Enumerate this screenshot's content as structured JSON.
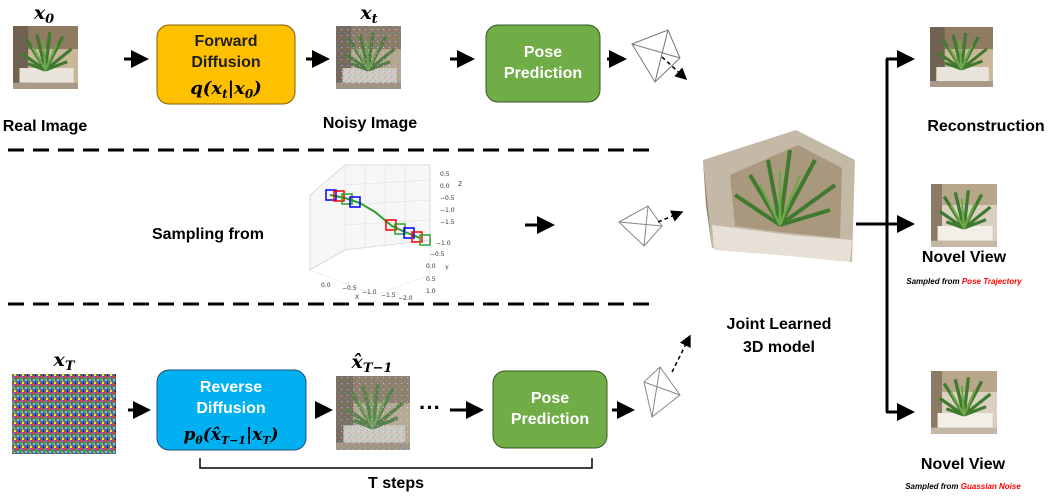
{
  "labels": {
    "x0": "x0",
    "xt": "xt",
    "real_image": "Real Image",
    "noisy_image": "Noisy Image",
    "forward_diffusion_1": "Forward",
    "forward_diffusion_2": "Diffusion",
    "forward_formula": "q(xt|x0)",
    "pose_prediction_1": "Pose",
    "pose_prediction_2": "Prediction",
    "sampling_from": "Sampling from",
    "xT": "xT",
    "xhat": "x̂T−1",
    "reverse_diffusion_1": "Reverse",
    "reverse_diffusion_2": "Diffusion",
    "reverse_formula": "pθ(x̂T−1|xT)",
    "ellipsis": "···",
    "t_steps": "T steps",
    "joint_learned_1": "Joint Learned",
    "joint_learned_2": "3D model",
    "reconstruction": "Reconstruction",
    "novel_view_1": "Novel View",
    "sampled_from_1": "Sampled from",
    "pose_trajectory": "Pose Trajectory",
    "novel_view_2": "Novel View",
    "sampled_from_2": "Sampled from",
    "guassian_noise": "Guassian Noise"
  },
  "plot3d": {
    "z_ticks": [
      "0.5",
      "0.0",
      "−0.5",
      "−1.0",
      "−1.5"
    ],
    "z_label": "Z",
    "y_ticks": [
      "−1.0",
      "−0.5",
      "0.0",
      "0.5",
      "1.0"
    ],
    "y_label": "Y",
    "x_ticks": [
      "0.0",
      "−0.5",
      "−1.0",
      "−1.5",
      "−2.0"
    ],
    "x_label": "X"
  },
  "colors": {
    "forward_box": "#FFC000",
    "reverse_box": "#00B0F0",
    "pose_box": "#70AD47",
    "accent_red": "#FF0000"
  }
}
